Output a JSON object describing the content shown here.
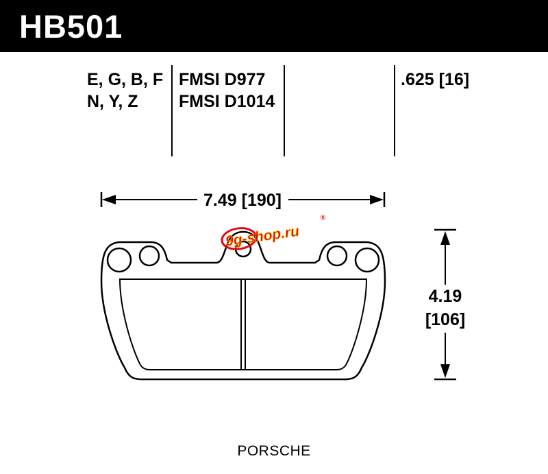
{
  "header": {
    "part_number": "HB501",
    "bar_color": "#000000",
    "text_color": "#ffffff"
  },
  "spec_table": {
    "compound_codes": [
      "E, G, B, F",
      "N, Y, Z"
    ],
    "fmsi_numbers": [
      "FMSI D977",
      "FMSI D1014"
    ],
    "pad_thickness": ".625 [16]"
  },
  "drawing": {
    "width_dimension": "7.49 [190]",
    "height_dimension_in": "4.19",
    "height_dimension_mm": "[106]"
  },
  "watermark": {
    "text": "9g-shop.ru",
    "registered": "®",
    "color": "#e30613"
  },
  "footer": {
    "application": "PORSCHE"
  }
}
